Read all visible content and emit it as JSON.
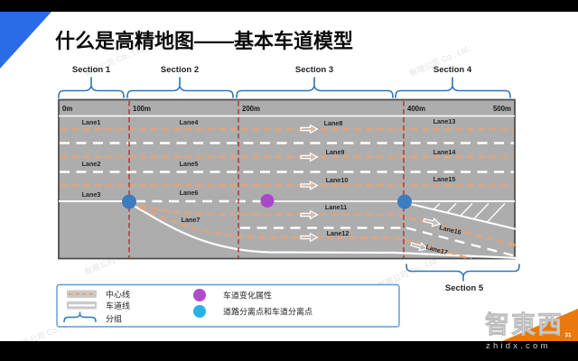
{
  "slide": {
    "title": "什么是高精地图——基本车道模型",
    "page_number": "31",
    "logo": "智東西",
    "logo_domain": "zhidx.com",
    "corner_watermark": "有限公司 Co., Ltd."
  },
  "diagram": {
    "sections": [
      "Section 1",
      "Section 2",
      "Section 3",
      "Section 4",
      "Section 5"
    ],
    "distance_markers": [
      "0m",
      "100m",
      "200m",
      "400m",
      "500m"
    ],
    "lanes": [
      "Lane1",
      "Lane2",
      "Lane3",
      "Lane4",
      "Lane5",
      "Lane6",
      "Lane7",
      "Lane8",
      "Lane9",
      "Lane10",
      "Lane11",
      "Lane12",
      "Lane13",
      "Lane14",
      "Lane15",
      "Lane16",
      "Lane17"
    ],
    "colors": {
      "road_gray": "#ADADAD",
      "center_line_orange": "#E6A478",
      "lane_line_white": "#FFFFFF",
      "section_divider_red": "#AA3C38",
      "bracket_blue": "#2E74B5",
      "split_point_blue": "#3C7CC0",
      "lane_change_purple": "#A947C9",
      "accent_blue_triangle": "#2A6BE8",
      "page_corner_orange": "#E8790F"
    }
  },
  "legend": {
    "items": [
      {
        "label": "中心线",
        "type": "center-line"
      },
      {
        "label": "车道线",
        "type": "lane-line"
      },
      {
        "label": "分组",
        "type": "group-bracket"
      },
      {
        "label": "车道变化属性",
        "type": "lane-change-attribute",
        "color": "#AF4BCE"
      },
      {
        "label": "道路分离点和车道分离点",
        "type": "road-and-lane-split-points",
        "color": "#29B2E8"
      }
    ]
  }
}
